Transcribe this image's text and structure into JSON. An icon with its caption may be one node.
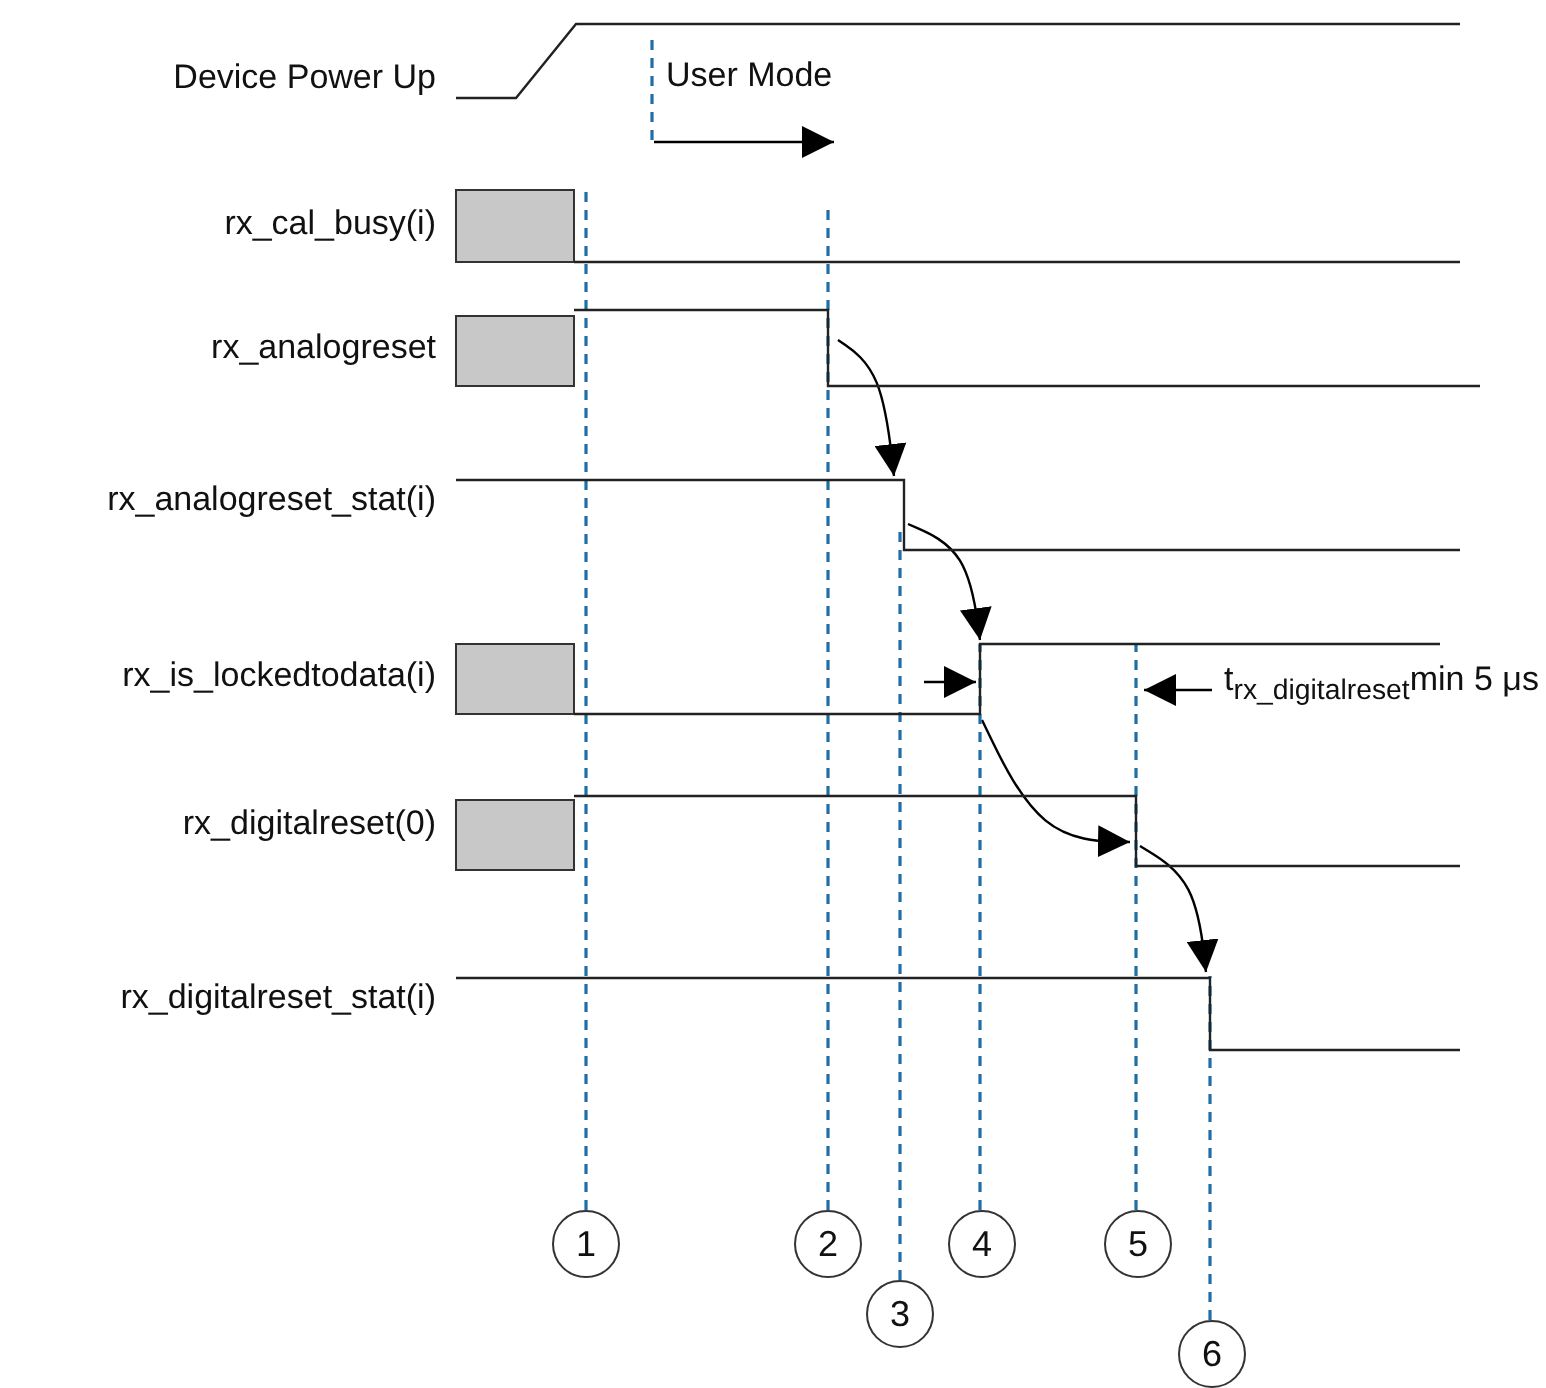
{
  "diagram": {
    "nodes": [
      {
        "text": [
          "Device Power Up"
        ]
      },
      {
        "text": [
          "rx_cal_busy(i)"
        ]
      },
      {
        "text": [
          "rx_analogreset"
        ]
      },
      {
        "text": [
          "rx_analogreset_stat(i)"
        ]
      },
      {
        "text": [
          "rx_is_lockedtodata(i)"
        ]
      },
      {
        "text": [
          "rx_digitalreset(0)"
        ]
      },
      {
        "text": [
          "rx_digitalreset_stat(i)"
        ]
      },
      {
        "text": [
          "1"
        ]
      },
      {
        "text": [
          "2"
        ]
      },
      {
        "text": [
          "3"
        ]
      },
      {
        "text": [
          "4"
        ]
      },
      {
        "text": [
          "5"
        ]
      },
      {
        "text": [
          "6"
        ]
      }
    ],
    "edges": [
      {
        "from": 2,
        "to": 3,
        "arrow": "to",
        "color": "#000000"
      },
      {
        "from": 3,
        "to": 4,
        "arrow": "to",
        "color": "#000000"
      },
      {
        "from": 4,
        "to": 5,
        "arrow": "to",
        "color": "#000000"
      },
      {
        "from": 5,
        "to": 6,
        "arrow": "to",
        "color": "#000000"
      },
      {
        "from": 7,
        "to": 1,
        "arrow": "none",
        "style": "dashed",
        "color": "#1f6fa5"
      },
      {
        "from": 8,
        "to": 1,
        "arrow": "none",
        "style": "dashed",
        "color": "#1f6fa5"
      },
      {
        "from": 9,
        "to": 3,
        "arrow": "none",
        "style": "dashed",
        "color": "#1f6fa5"
      },
      {
        "from": 10,
        "to": 4,
        "arrow": "none",
        "style": "dashed",
        "color": "#1f6fa5"
      },
      {
        "from": 11,
        "to": 4,
        "arrow": "none",
        "style": "dashed",
        "color": "#1f6fa5"
      },
      {
        "from": 12,
        "to": 6,
        "arrow": "none",
        "style": "dashed",
        "color": "#1f6fa5"
      }
    ],
    "labels": [
      "User Mode",
      "t$_{rx_digitalreset}$min 5 μs"
    ]
  }
}
